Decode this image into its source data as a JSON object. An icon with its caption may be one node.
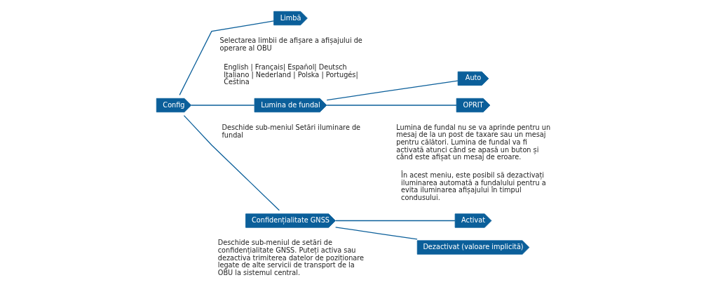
{
  "diagram": {
    "nodes": [
      {
        "text": [
          "Config"
        ]
      },
      {
        "text": [
          "Limbă"
        ],
        "beside": [
          "Selectarea limbii de afișare a afișajului de operare al OBU",
          "English | Français| Español| Deutsch Italiano | Nederland | Polska | Portugés| Čeština"
        ]
      },
      {
        "text": [
          "Lumina de fundal"
        ],
        "beside": [
          "Deschide sub-meniul Setări iluminare de fundal"
        ]
      },
      {
        "text": [
          "Auto"
        ]
      },
      {
        "text": [
          "OPRIT"
        ],
        "beside": [
          "Lumina de fundal nu se va aprinde pentru un mesaj de la un post de taxare sau un mesaj pentru călători. Lumina de fundal va fi activată atunci când se apasă un buton și când este afișat un mesaj de eroare.",
          "În acest meniu, este posibil să dezactivați iluminarea automată a fundalului pentru a evita iluminarea afișajului în timpul condusului."
        ]
      },
      {
        "text": [
          "Confidențialitate GNSS"
        ],
        "beside": [
          "Deschide sub-meniul de setări de confidențialitate GNSS. Puteți activa sau dezactiva trimiterea datelor de poziționare legate de alte servicii de transport de la OBU la sistemul central."
        ]
      },
      {
        "text": [
          "Activat"
        ]
      },
      {
        "text": [
          "Dezactivat (valoare implicită)"
        ]
      }
    ],
    "edges": [
      {
        "from": 0,
        "to": 1,
        "arrow": "none"
      },
      {
        "from": 0,
        "to": 2,
        "arrow": "none"
      },
      {
        "from": 0,
        "to": 5,
        "arrow": "none"
      },
      {
        "from": 2,
        "to": 3,
        "arrow": "none"
      },
      {
        "from": 2,
        "to": 4,
        "arrow": "none"
      },
      {
        "from": 5,
        "to": 6,
        "arrow": "none"
      },
      {
        "from": 5,
        "to": 7,
        "arrow": "none"
      }
    ]
  }
}
